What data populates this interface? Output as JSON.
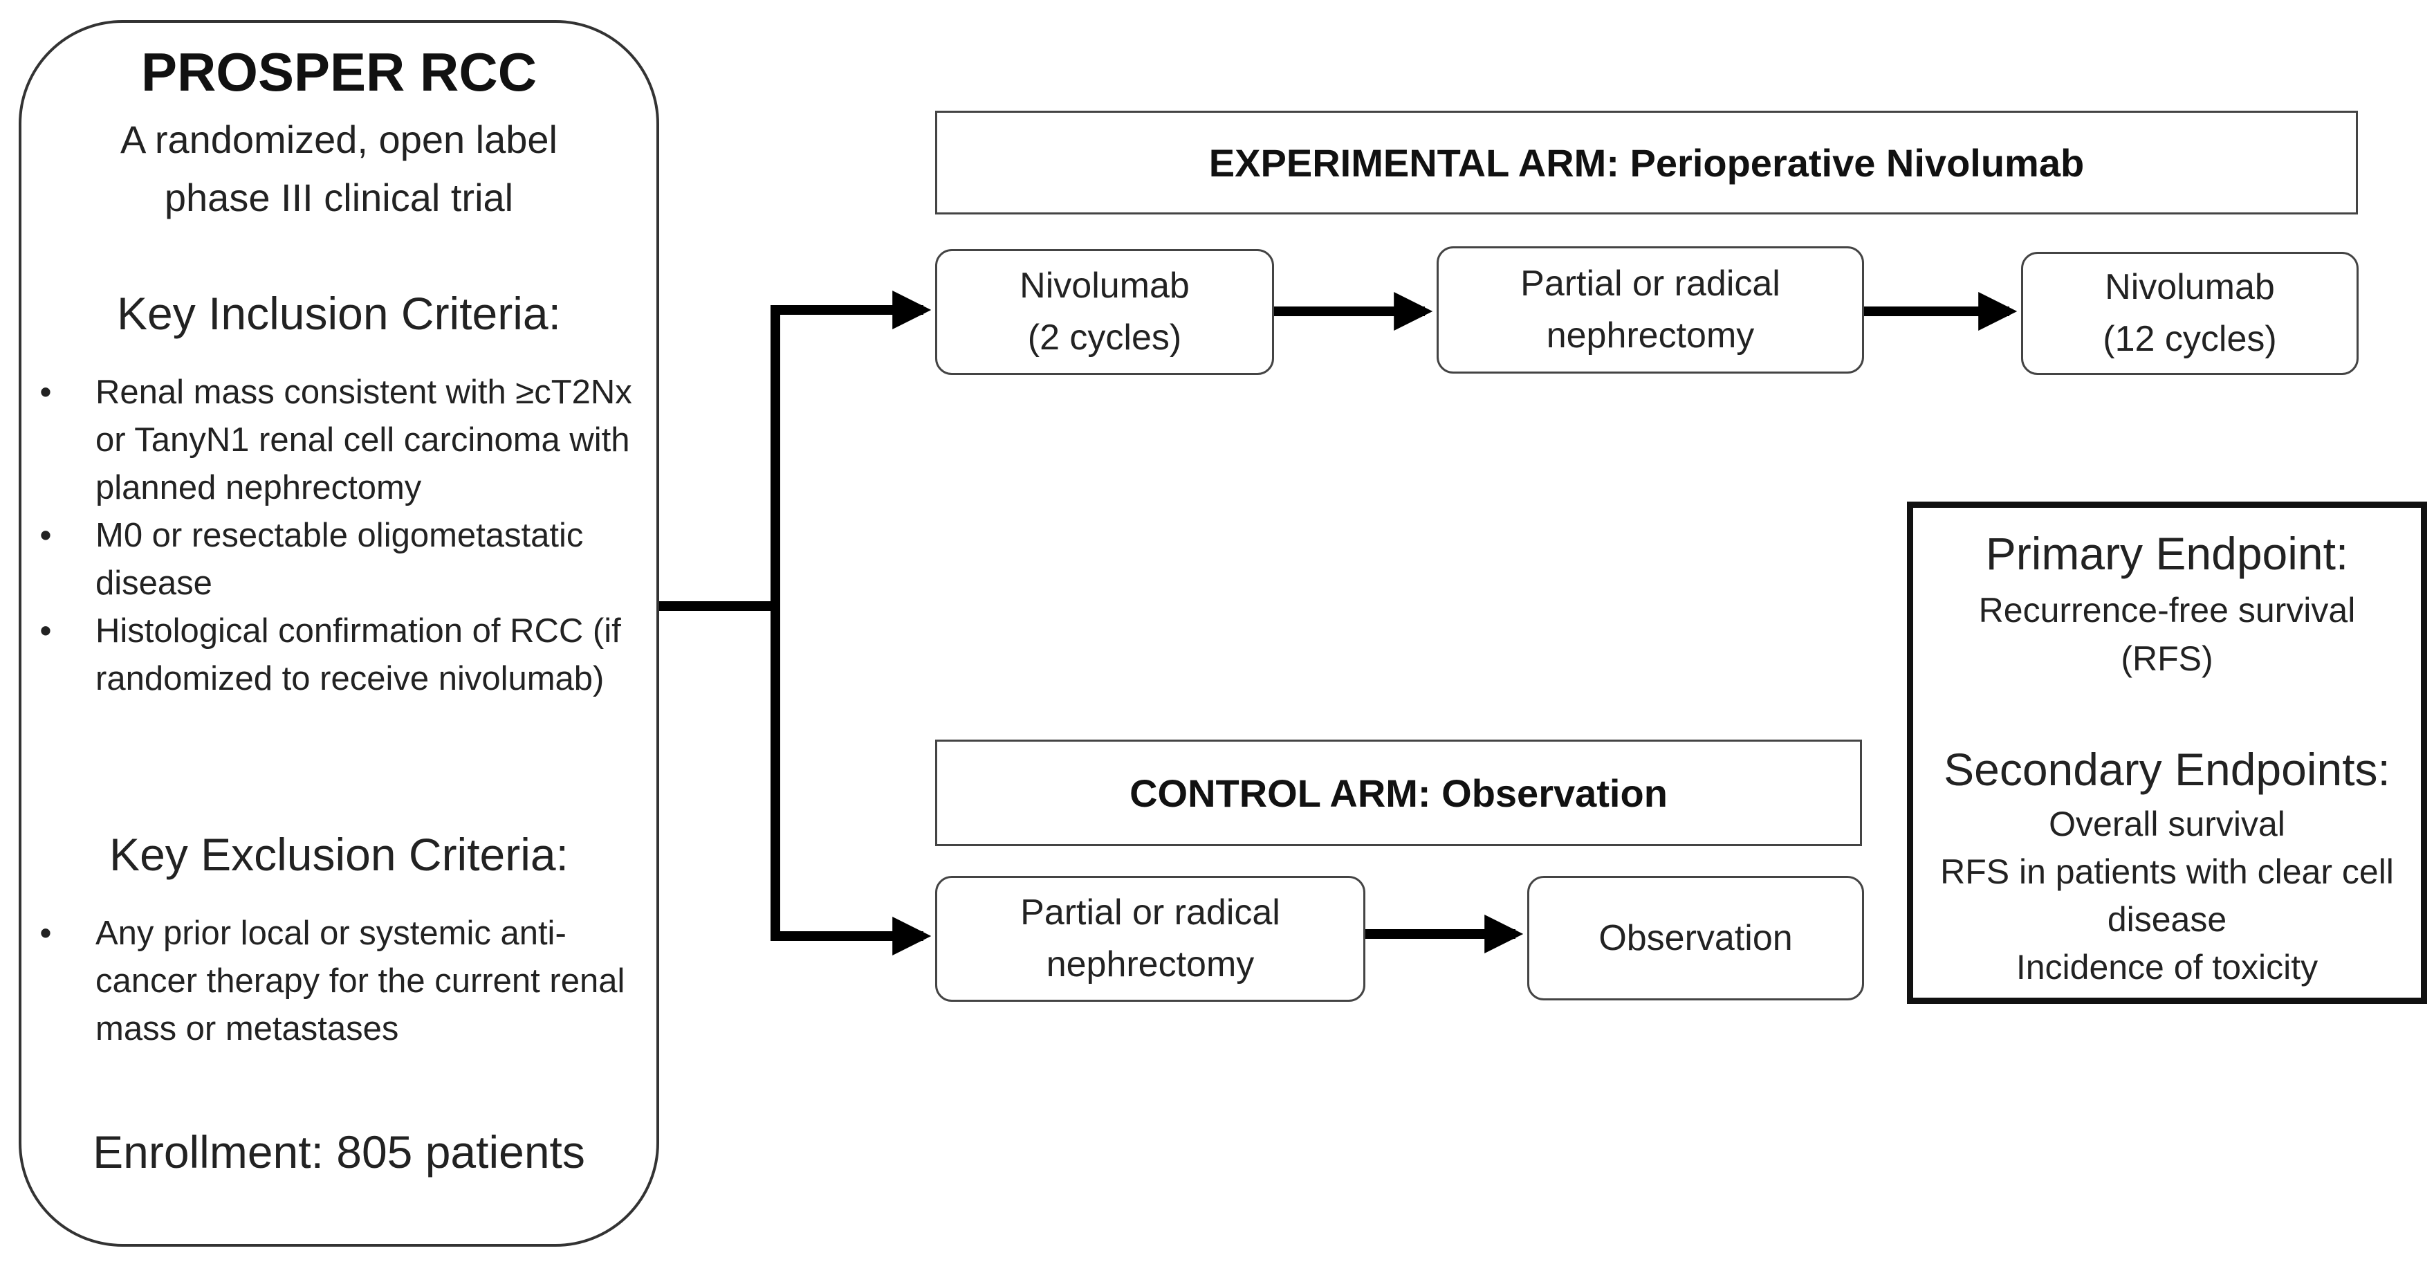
{
  "study": {
    "title": "PROSPER RCC",
    "subtitle_line1": "A randomized, open label",
    "subtitle_line2": "phase III clinical trial",
    "inclusion_heading": "Key Inclusion Criteria:",
    "inclusion_items": [
      "Renal mass consistent with ≥cT2Nx  or TanyN1 renal cell carcinoma with planned nephrectomy",
      "M0 or resectable oligometastatic disease",
      "Histological confirmation of RCC (if randomized to receive nivolumab)"
    ],
    "exclusion_heading": "Key Exclusion Criteria:",
    "exclusion_items": [
      "Any prior local or systemic anti-cancer therapy for the current renal mass or metastases"
    ],
    "enrollment": "Enrollment: 805 patients",
    "bullet": "•"
  },
  "experimental_arm": {
    "title": "EXPERIMENTAL ARM: Perioperative Nivolumab",
    "steps": [
      "Nivolumab\n(2 cycles)",
      "Partial or radical\nnephrectomy",
      "Nivolumab\n(12 cycles)"
    ]
  },
  "control_arm": {
    "title": "CONTROL ARM: Observation",
    "steps": [
      "Partial or radical\nnephrectomy",
      "Observation"
    ]
  },
  "endpoints": {
    "primary_heading": "Primary Endpoint:",
    "primary_line1": "Recurrence-free survival",
    "primary_line2": "(RFS)",
    "secondary_heading": "Secondary Endpoints:",
    "secondary_items": [
      "Overall survival",
      "RFS in patients with clear cell disease",
      "Incidence of toxicity"
    ]
  },
  "colors": {
    "connector": "#000000",
    "box_border": "#444444",
    "endpoints_border": "#111111"
  }
}
